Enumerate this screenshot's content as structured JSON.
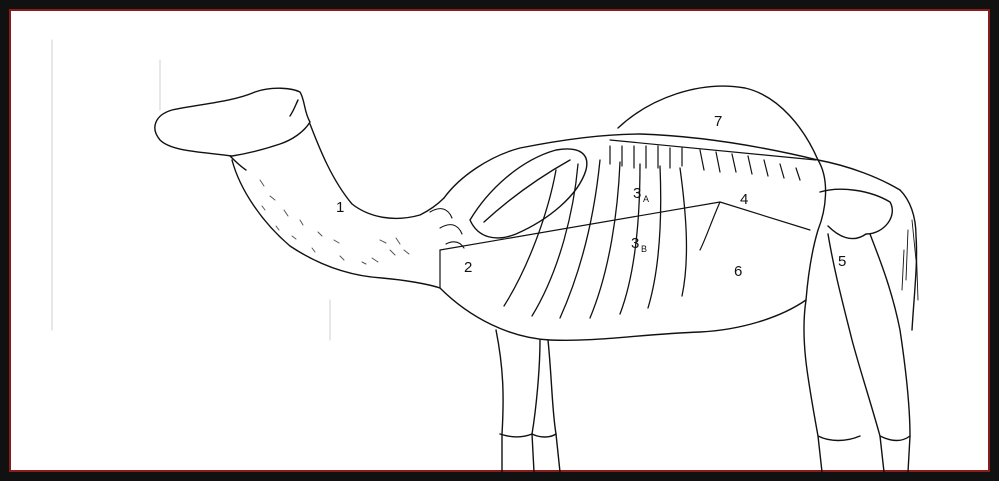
{
  "diagram": {
    "labels": [
      {
        "id": "1",
        "text": "1"
      },
      {
        "id": "2",
        "text": "2"
      },
      {
        "id": "3a",
        "text": "3",
        "sub": "A"
      },
      {
        "id": "3b",
        "text": "3",
        "sub": "B"
      },
      {
        "id": "4",
        "text": "4"
      },
      {
        "id": "5",
        "text": "5"
      },
      {
        "id": "6",
        "text": "6"
      },
      {
        "id": "7",
        "text": "7"
      }
    ],
    "colors": {
      "ink": "#111111",
      "frame": "#111111",
      "frame_accent": "#8a1c1c",
      "shade": "#555555"
    }
  }
}
